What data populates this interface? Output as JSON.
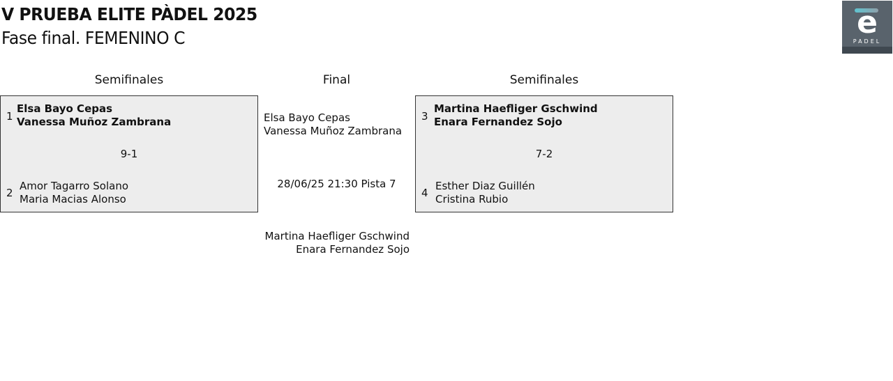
{
  "title": "V PRUEBA ELITE PÀDEL 2025",
  "subtitle": "Fase final. FEMENINO C",
  "logo": {
    "letter": "e",
    "text": "PADEL"
  },
  "headers": {
    "left": "Semifinales",
    "center": "Final",
    "right": "Semifinales"
  },
  "semis": [
    {
      "top": {
        "seed": "1",
        "p1": "Elsa Bayo Cepas",
        "p2": "Vanessa Muñoz Zambrana"
      },
      "score": "9-1",
      "bottom": {
        "seed": "2",
        "p1": "Amor Tagarro Solano",
        "p2": "Maria Macias Alonso"
      }
    },
    {
      "top": {
        "seed": "3",
        "p1": "Martina Haefliger Gschwind",
        "p2": "Enara Fernandez Sojo"
      },
      "score": "7-2",
      "bottom": {
        "seed": "4",
        "p1": "Esther Diaz Guillén",
        "p2": "Cristina Rubio"
      }
    }
  ],
  "final": {
    "team1": {
      "p1": "Elsa Bayo Cepas",
      "p2": "Vanessa Muñoz Zambrana"
    },
    "schedule": "28/06/25 21:30 Pista 7",
    "team2": {
      "p1": "Martina Haefliger Gschwind",
      "p2": "Enara Fernandez Sojo"
    }
  }
}
